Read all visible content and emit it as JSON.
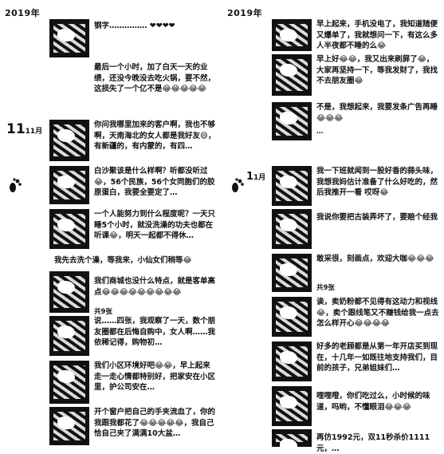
{
  "left": {
    "year": "2019年",
    "date_day": "11",
    "date_month": "11月",
    "posts": [
      {
        "text": "钢字…………… ❤❤❤❤",
        "count": ""
      },
      {
        "text": "最后一个小时，加了白天一天的业绩，还没今晚没去吃火锅，要不然，这损失了一个亿不是😂😂😂😂😂",
        "count": ""
      },
      {
        "text": "你问我哪里加来的客户啊，我也不够啊，天南海北的女人都是我好友😄，有新疆的，有内蒙的，有四…",
        "count": ""
      },
      {
        "text": "白沙聚该是什么样啊？听都没听过😂，56个民族，56个女同胞们的胶原蛋白，我要全要定了…",
        "count": ""
      },
      {
        "text": "一个人能努力到什么程度呢？一天只睡5个小时，就没洗澡的功夫也都在听课😂，明天一起都不得休…",
        "count": ""
      },
      {
        "text": "我们商城也没什么特点，就是客单高点😂😂😂😂😂😂😂😂😂",
        "count": "共9张"
      },
      {
        "text": "说……四张，我观察了一天，数个朋友圈都在后悔自购中，女人啊……我依稀记得，购物初…",
        "count": ""
      },
      {
        "text": "我们小区环境好吧😂😂，早上起来走一走心情都特别好，把家安在小区里，护公司安在…",
        "count": ""
      },
      {
        "text": "开个窗户把自己的手夹流血了，你的我跟我都花了😂😂😂😂😂，我自己恰自己夹了满满10大盆…",
        "count": ""
      }
    ],
    "text_only": "我先去洗个澡，等我来，小仙女们稍等😂"
  },
  "right": {
    "year": "2019年",
    "date_day": "1",
    "date_month": "1月",
    "posts": [
      {
        "text": "早上起来，手机没电了，我知道随便又爆单了，我就想问一下，有这么多人半夜都不睡的么😂",
        "count": ""
      },
      {
        "text": "早上好😂😂，我又出来刷屏了😂，大家再坚持一下，等我发财了，我找不去朋友圈😂",
        "count": ""
      },
      {
        "text": "不是，我想起来，我要发条广告再睡😂😂😂",
        "count": "…"
      },
      {
        "text": "我一下班就闻到一股好香的蒜头味，我想我妈估计准备了什么好吃的，然后我推开一看  哎呀😂",
        "count": ""
      },
      {
        "text": "我说你要把古装弄坏了，要赔个经我",
        "count": ""
      },
      {
        "text": "敢采很，刻画点，欢迎大咖😂😂😂",
        "count": "共9张"
      },
      {
        "text": "诶，卖奶粉都不见得有这动力和视线😂，卖个跟线笔又不赚钱给我一点去怎么样开心😂😂😂😂",
        "count": ""
      },
      {
        "text": "好多的老顾都是从第一年开店买到现在，十几年一如既往地支持我们，目前的孩子，兄弟姐妹们…",
        "count": ""
      },
      {
        "text": "哩哩噔，你们吃过么，小时候的味道，吗哟，不懂眼泪😂😂😂",
        "count": ""
      },
      {
        "text": "再仿1992元，双11秒杀价1111元，…",
        "count": ""
      }
    ]
  }
}
